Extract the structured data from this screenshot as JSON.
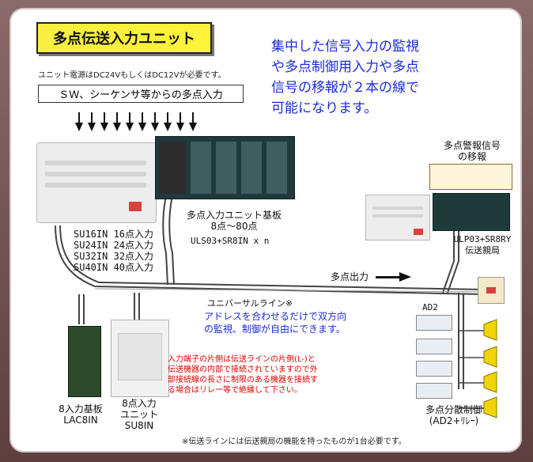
{
  "title": "多点伝送入力ユニット",
  "power_note": "ユニット電源はDC24VもしくはDC12Vが必要です。",
  "source_box": "ＳＷ、シーケンサ等からの多点入力",
  "headline": [
    "集中した信号入力の監視",
    "や多点制御用入力や多点",
    "信号の移報が２本の線で",
    "可能になります。"
  ],
  "alarm_label": [
    "多点警報信号",
    "の移報"
  ],
  "main_units": [
    "SU16IN 16点入力",
    "SU24IN 24点入力",
    "SU32IN 32点入力",
    "SU40IN 40点入力"
  ],
  "board_label": [
    "多点入力ユニット基板",
    "8点～80点"
  ],
  "board_model": "ULS03+SR8IN x n",
  "master_label": [
    "ULP03+SR8RY",
    "伝送親局"
  ],
  "output_label": "多点出力",
  "universal_line": "ユニバーサルライン※",
  "address_note": [
    "アドレスを合わせるだけで双方向",
    "の監視、制御が自由にできます。"
  ],
  "ad2_label": "AD2",
  "red_note": [
    "入力端子の片側は伝送ラインの片側(L-)と",
    "伝送機器の内部で接続されていますので外",
    "部接続線の長さに制限のある機器を接続す",
    "る場合はリレー等で絶縁して下さい。"
  ],
  "lac8in_label": [
    "8入力基板",
    "LAC8IN"
  ],
  "su8in_label": [
    "8点入力",
    "ユニット",
    "SU8IN"
  ],
  "distributed_label": [
    "多点分散制御",
    "(AD2+ﾘﾚｰ)"
  ],
  "footnote": "※伝送ラインには伝送親局の機能を持ったものが1台必要です。",
  "colors": {
    "title_bg": "#fff23a",
    "blue_text": "#1a2ae0",
    "red_text": "#e00000",
    "frame": "#6a4a4a",
    "lamp": "#f1d400"
  }
}
